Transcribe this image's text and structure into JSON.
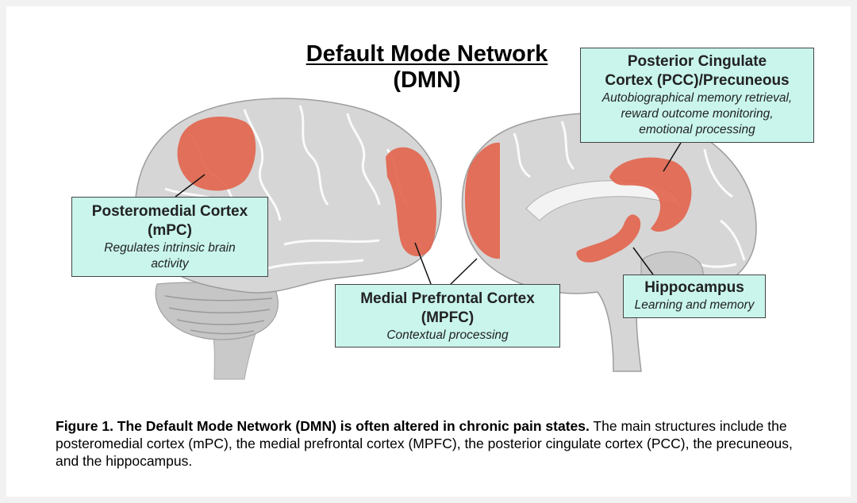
{
  "title": {
    "line1": "Default Mode Network",
    "line2": "(DMN)"
  },
  "regions": {
    "pcc": {
      "name": "Posterior Cingulate Cortex (PCC)/Precuneous",
      "name_line1": "Posterior Cingulate",
      "name_line2": "Cortex (PCC)/Precuneous",
      "desc_line1": "Autobiographical memory retrieval,",
      "desc_line2": "reward outcome monitoring,",
      "desc_line3": "emotional processing"
    },
    "mpc": {
      "name_line1": "Posteromedial Cortex",
      "name_line2": "(mPC)",
      "desc_line1": "Regulates intrinsic brain",
      "desc_line2": "activity"
    },
    "mpfc": {
      "name_line1": "Medial Prefrontal Cortex",
      "name_line2": "(MPFC)",
      "desc_line1": "Contextual processing"
    },
    "hippocampus": {
      "name_line1": "Hippocampus",
      "desc_line1": "Learning and memory"
    }
  },
  "caption": {
    "bold": "Figure 1. The Default Mode Network (DMN) is often altered in chronic pain states.",
    "text": " The main structures include the posteromedial cortex (mPC), the medial prefrontal cortex (MPFC), the posterior cingulate cortex (PCC), the precuneous, and the hippocampus."
  },
  "colors": {
    "highlight": "#e2664f",
    "label_box": "#c9f5ec",
    "brain": "#d6d6d6",
    "brain_line": "#ffffff"
  }
}
